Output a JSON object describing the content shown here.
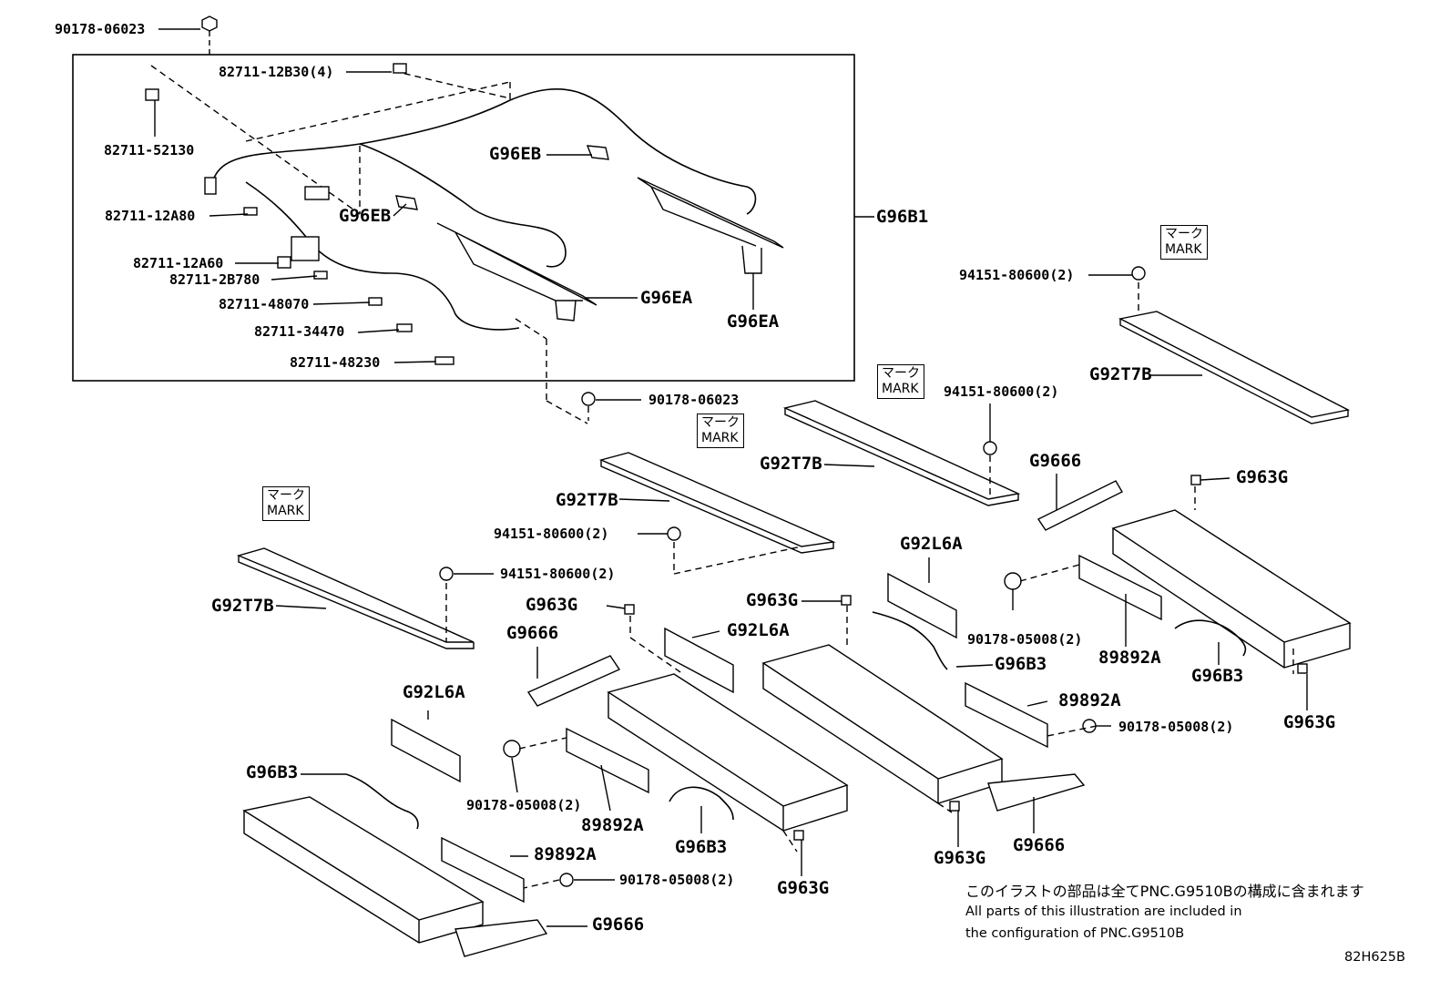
{
  "labels": {
    "l01": "90178-06023",
    "l02": "82711-12B30(4)",
    "l03": "82711-52130",
    "l04": "G96EB",
    "l05": "G96EB",
    "l06": "82711-12A80",
    "l07": "G96B1",
    "l08": "82711-12A60",
    "l09": "82711-2B780",
    "l10": "82711-48070",
    "l11": "G96EA",
    "l12": "G96EA",
    "l13": "82711-34470",
    "l14": "82711-48230",
    "l15": "94151-80600(2)",
    "l16": "G92T7B",
    "l17": "90178-06023",
    "l18": "94151-80600(2)",
    "l19": "G92T7B",
    "l20": "G92T7B",
    "l21": "94151-80600(2)",
    "l22": "94151-80600(2)",
    "l23": "G92T7B",
    "l24": "G9666",
    "l25": "G963G",
    "l26": "G92L6A",
    "l27": "G963G",
    "l28": "G963G",
    "l29": "G92L6A",
    "l30": "G9666",
    "l31": "90178-05008(2)",
    "l32": "G96B3",
    "l33": "89892A",
    "l34": "G96B3",
    "l35": "G92L6A",
    "l36": "89892A",
    "l37": "90178-05008(2)",
    "l38": "G963G",
    "l39": "G96B3",
    "l40": "90178-05008(2)",
    "l41": "89892A",
    "l42": "G96B3",
    "l43": "G963G",
    "l44": "G9666",
    "l45": "89892A",
    "l46": "90178-05008(2)",
    "l47": "G963G",
    "l48": "G9666"
  },
  "mark_boxes": [
    {
      "jp": "マーク",
      "en": "MARK"
    },
    {
      "jp": "マーク",
      "en": "MARK"
    },
    {
      "jp": "マーク",
      "en": "MARK"
    },
    {
      "jp": "マーク",
      "en": "MARK"
    }
  ],
  "note": {
    "jp": "このイラストの部品は全てPNC.G9510Bの構成に含まれます",
    "en_line1": "All parts of this illustration are included in",
    "en_line2": "the configuration of PNC.G9510B"
  },
  "drawing_ref": "82H625B"
}
